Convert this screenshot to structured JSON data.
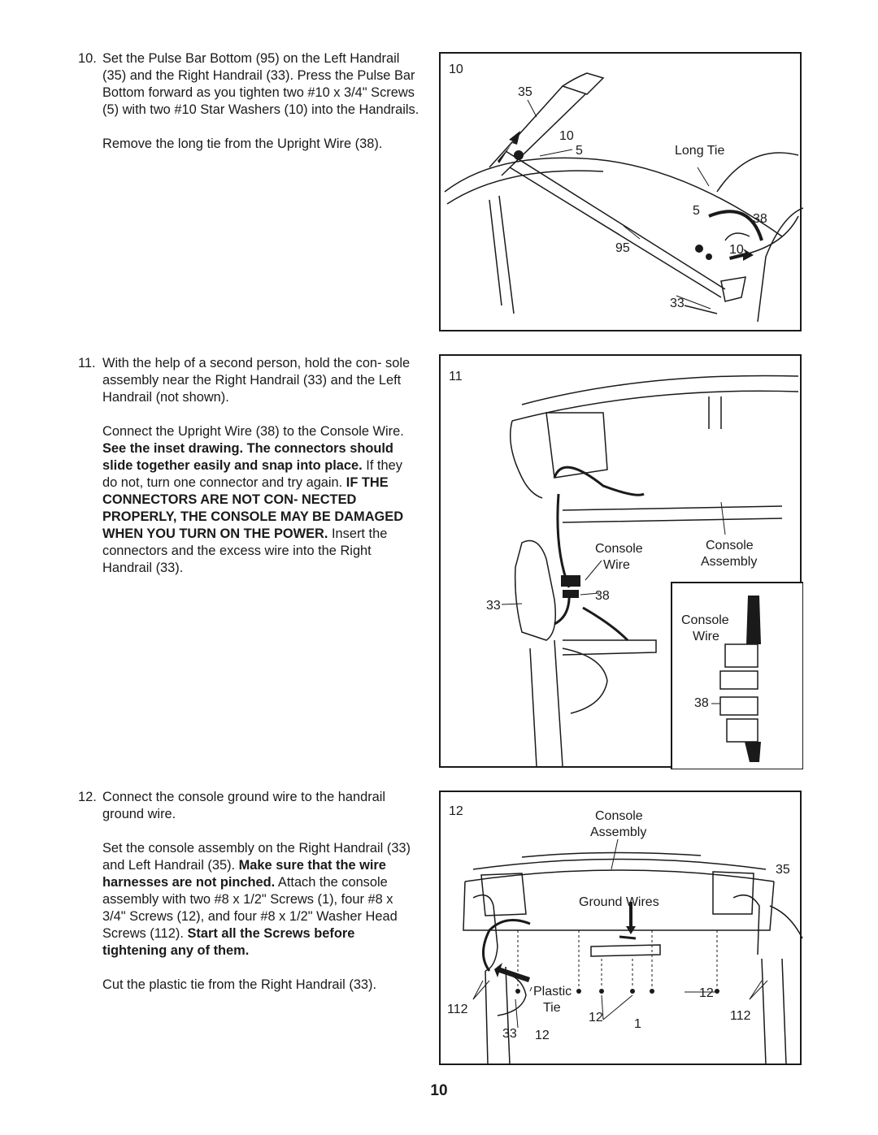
{
  "steps": [
    {
      "number": "10.",
      "para1": "Set the Pulse Bar Bottom (95) on the Left Handrail (35) and the Right Handrail (33). Press the Pulse Bar Bottom forward as you tighten two #10 x 3/4\" Screws (5) with two #10 Star Washers (10) into the Handrails.",
      "para2": "Remove the long tie from the Upright Wire (38)."
    },
    {
      "number": "11.",
      "para1": "With the help of a second person, hold the con- sole assembly near the Right Handrail (33) and the Left Handrail (not shown).",
      "para2_a": "Connect the Upright Wire (38) to the Console Wire. ",
      "para2_b": "See the inset drawing. The connectors should slide together easily and snap into place.",
      "para2_c": " If they do not, turn one connector and try again. ",
      "para2_d": "IF THE CONNECTORS ARE NOT CON- NECTED PROPERLY, THE CONSOLE MAY BE DAMAGED WHEN YOU TURN ON THE POWER.",
      "para2_e": " Insert the connectors and the excess wire into the Right Handrail (33)."
    },
    {
      "number": "12.",
      "para1": "Connect the console ground wire to the handrail ground wire.",
      "para2_a": "Set the console assembly on the Right Handrail (33) and Left Handrail (35). ",
      "para2_b": "Make sure that the wire harnesses are not pinched.",
      "para2_c": " Attach the console assembly with two #8 x 1/2\" Screws (1), four #8 x 3/4\" Screws (12), and four #8 x 1/2\" Washer Head Screws (112). ",
      "para2_d": "Start all the Screws before tightening any of them.",
      "para3": "Cut the plastic tie from the Right Handrail (33)."
    }
  ],
  "figures": {
    "fig10": {
      "step": "10",
      "labels": [
        "35",
        "10",
        "5",
        "Long Tie",
        "5",
        "38",
        "95",
        "10",
        "33"
      ]
    },
    "fig11": {
      "step": "11",
      "labels": [
        "Console",
        "Wire",
        "Console",
        "Assembly",
        "33",
        "38"
      ],
      "inset_labels": [
        "Console",
        "Wire",
        "38"
      ]
    },
    "fig12": {
      "step": "12",
      "labels": [
        "Console",
        "Assembly",
        "35",
        "Ground Wires",
        "Plastic",
        "Tie",
        "12",
        "112",
        "12",
        "1",
        "112",
        "33",
        "12"
      ]
    }
  },
  "page_number": "10"
}
